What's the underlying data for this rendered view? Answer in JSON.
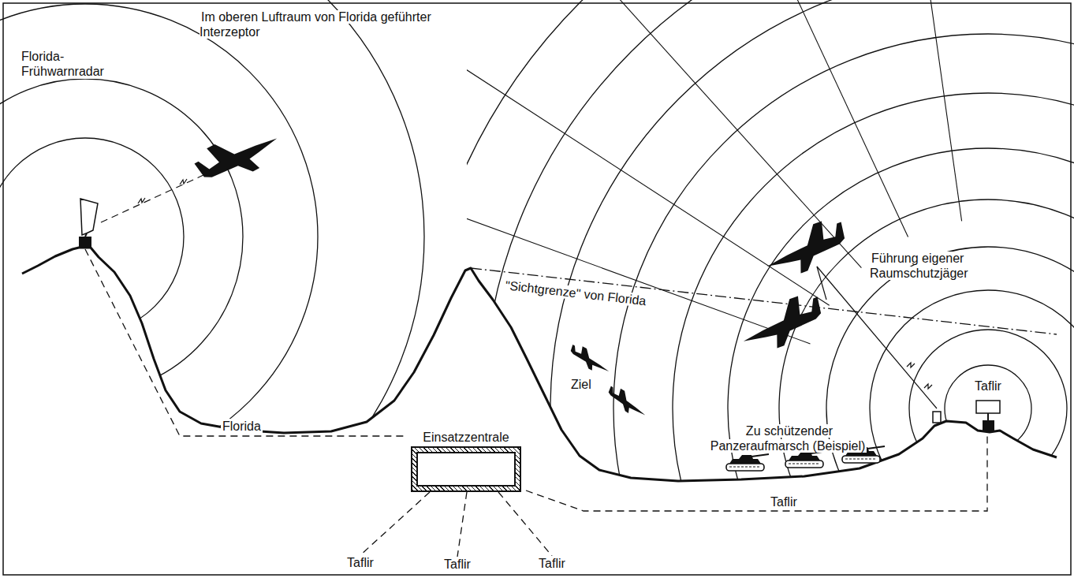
{
  "diagram": {
    "nodes": [
      {
        "text": [
          "Florida- Frühwarnradar"
        ]
      },
      {
        "text": [
          "Einsatzzentrale"
        ]
      },
      {
        "text": [
          "Taflir"
        ]
      },
      {
        "text": [
          "Taflir"
        ]
      },
      {
        "text": [
          "Taflir"
        ]
      },
      {
        "text": [
          "Taflir"
        ]
      }
    ],
    "edges": [
      {
        "from": 0,
        "to": 1,
        "label": "Florida",
        "arrow": "none"
      },
      {
        "from": 1,
        "to": 2,
        "label": "Taflir",
        "arrow": "none"
      },
      {
        "from": 1,
        "to": 3,
        "arrow": "none"
      },
      {
        "from": 1,
        "to": 4,
        "arrow": "none"
      },
      {
        "from": 1,
        "to": 5,
        "arrow": "none"
      }
    ],
    "labels": [
      "Im oberen Luftraum von Florida geführter Interzeptor",
      "\"Sichtgrenze\" von Florida",
      "Ziel",
      "Führung eigener Raumschutzjäger",
      "Zu schützender Panzeraufmarsch (Beispiel)"
    ]
  }
}
